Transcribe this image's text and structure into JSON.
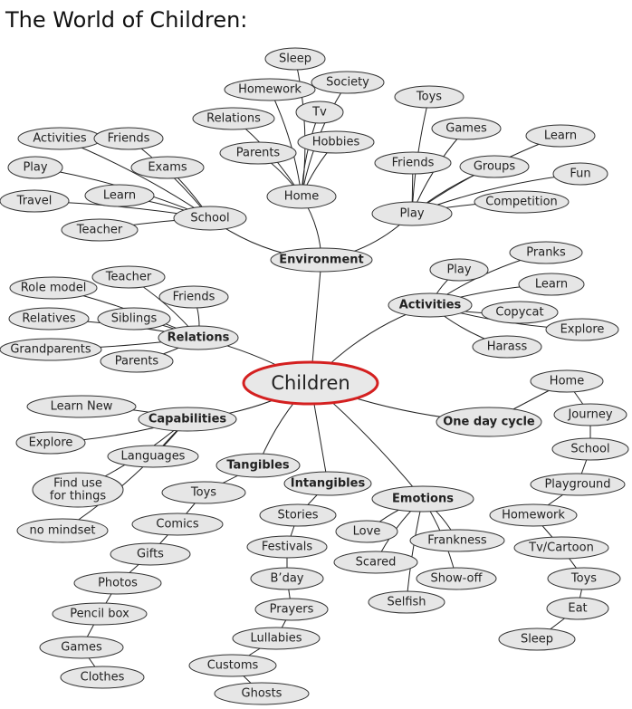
{
  "title": "The World of Children:",
  "root": "Children",
  "environment": {
    "label": "Environment",
    "home": {
      "label": "Home",
      "items": [
        "Sleep",
        "Homework",
        "Society",
        "Relations",
        "Tv",
        "Parents",
        "Hobbies"
      ]
    },
    "school": {
      "label": "School",
      "items": [
        "Activities",
        "Friends",
        "Play",
        "Exams",
        "Learn",
        "Travel",
        "Teacher"
      ]
    },
    "play": {
      "label": "Play",
      "items": [
        "Toys",
        "Games",
        "Learn",
        "Friends",
        "Groups",
        "Fun",
        "Competition"
      ]
    }
  },
  "activities": {
    "label": "Activities",
    "items": [
      "Pranks",
      "Play",
      "Learn",
      "Copycat",
      "Explore",
      "Harass"
    ]
  },
  "relations": {
    "label": "Relations",
    "items": [
      "Teacher",
      "Role model",
      "Friends",
      "Relatives",
      "Siblings",
      "Grandparents",
      "Parents"
    ]
  },
  "capabilities": {
    "label": "Capabilities",
    "items": [
      "Learn New",
      "Explore",
      "Languages",
      "Find use\nfor things",
      "no mindset"
    ]
  },
  "tangibles": {
    "label": "Tangibles",
    "items": [
      "Toys",
      "Comics",
      "Gifts",
      "Photos",
      "Pencil box",
      "Games",
      "Clothes"
    ]
  },
  "intangibles": {
    "label": "Intangibles",
    "items": [
      "Stories",
      "Festivals",
      "B’day",
      "Prayers",
      "Lullabies",
      "Customs",
      "Ghosts"
    ]
  },
  "emotions": {
    "label": "Emotions",
    "items": [
      "Love",
      "Frankness",
      "Scared",
      "Show-off",
      "Selfish"
    ]
  },
  "one_day_cycle": {
    "label": "One day cycle",
    "items": [
      "Home",
      "Journey",
      "School",
      "Playground",
      "Homework",
      "Tv/Cartoon",
      "Toys",
      "Eat",
      "Sleep"
    ]
  }
}
